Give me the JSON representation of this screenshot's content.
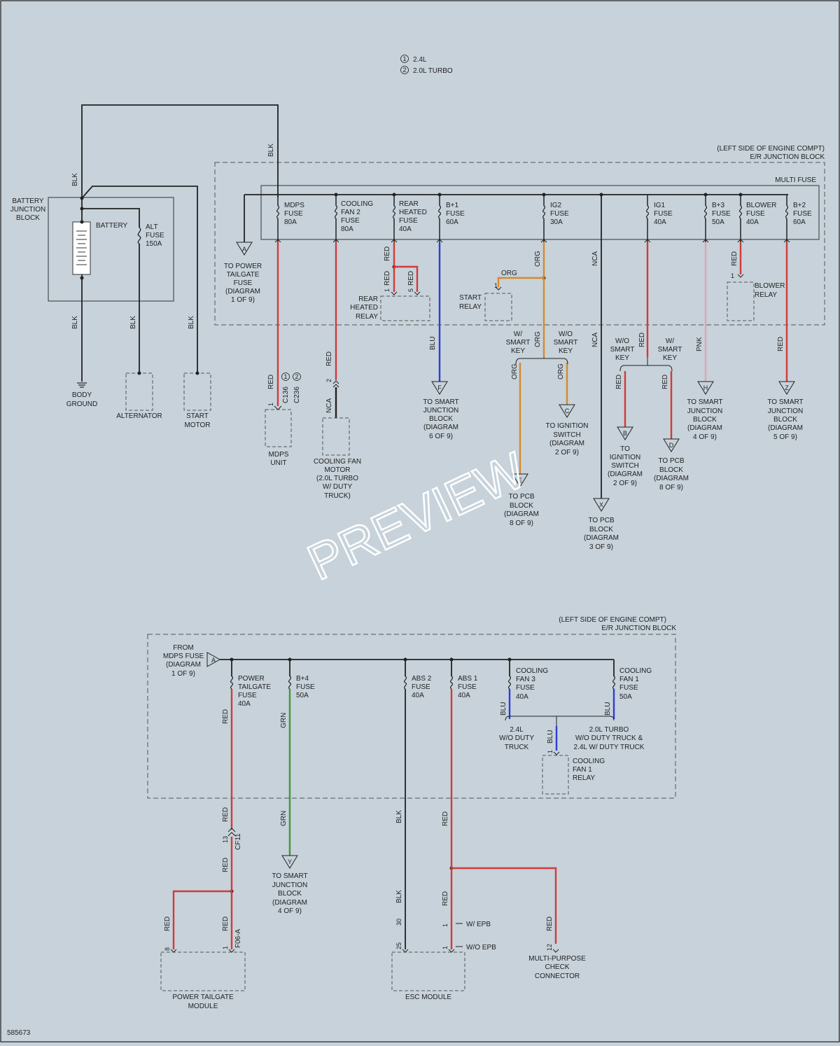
{
  "legend": {
    "v1": "2.4L",
    "v2": "2.0L TURBO"
  },
  "watermark": "PREVIEW",
  "doc_id": "585673",
  "top": {
    "er_block_title": [
      "(LEFT SIDE OF ENGINE COMPT)",
      "E/R JUNCTION BLOCK"
    ],
    "multi_fuse": "MULTI FUSE",
    "battery_jb": [
      "BATTERY",
      "JUNCTION",
      "BLOCK"
    ],
    "battery": "BATTERY",
    "alt_fuse": [
      "ALT",
      "FUSE",
      "150A"
    ],
    "fuses": [
      [
        "MDPS",
        "FUSE",
        "80A"
      ],
      [
        "COOLING",
        "FAN 2",
        "FUSE",
        "80A"
      ],
      [
        "REAR",
        "HEATED",
        "FUSE",
        "40A"
      ],
      [
        "B+1",
        "FUSE",
        "60A"
      ],
      [
        "IG2",
        "FUSE",
        "30A"
      ],
      [
        "IG1",
        "FUSE",
        "40A"
      ],
      [
        "B+3",
        "FUSE",
        "50A"
      ],
      [
        "BLOWER",
        "FUSE",
        "40A"
      ],
      [
        "B+2",
        "FUSE",
        "60A"
      ]
    ],
    "to_power_tailgate": [
      "TO POWER",
      "TAILGATE",
      "FUSE",
      "(DIAGRAM",
      "1 OF 9)"
    ],
    "rear_heated_relay": [
      "REAR",
      "HEATED",
      "RELAY"
    ],
    "start_relay": [
      "START",
      "RELAY"
    ],
    "blower_relay": [
      "BLOWER",
      "RELAY"
    ],
    "body_ground": [
      "BODY",
      "GROUND"
    ],
    "alternator": "ALTERNATOR",
    "start_motor": [
      "START",
      "MOTOR"
    ],
    "mdps_unit": [
      "MDPS",
      "UNIT"
    ],
    "cooling_fan_motor": [
      "COOLING FAN",
      "MOTOR",
      "(2.0L TURBO",
      "W/ DUTY",
      "TRUCK)"
    ],
    "to_smart_jb_6": [
      "TO SMART",
      "JUNCTION",
      "BLOCK",
      "(DIAGRAM",
      "6 OF 9)"
    ],
    "to_pcb_8a": [
      "TO PCB",
      "BLOCK",
      "(DIAGRAM",
      "8 OF 9)"
    ],
    "to_ign_2a": [
      "TO IGNITION",
      "SWITCH",
      "(DIAGRAM",
      "2 OF 9)"
    ],
    "to_pcb_3": [
      "TO PCB",
      "BLOCK",
      "(DIAGRAM",
      "3 OF 9)"
    ],
    "to_ign_2b": [
      "TO",
      "IGNITION",
      "SWITCH",
      "(DIAGRAM",
      "2 OF 9)"
    ],
    "to_pcb_8b": [
      "TO PCB",
      "BLOCK",
      "(DIAGRAM",
      "8 OF 9)"
    ],
    "to_smart_jb_4": [
      "TO SMART",
      "JUNCTION",
      "BLOCK",
      "(DIAGRAM",
      "4 OF 9)"
    ],
    "to_smart_jb_5": [
      "TO SMART",
      "JUNCTION",
      "BLOCK",
      "(DIAGRAM",
      "5 OF 9)"
    ],
    "w_smart_key": [
      "W/",
      "SMART",
      "KEY"
    ],
    "wo_smart_key": [
      "W/O",
      "SMART",
      "KEY"
    ],
    "conn": {
      "c136": "C136",
      "c236": "C236"
    }
  },
  "bottom": {
    "er_block_title": [
      "(LEFT SIDE OF ENGINE COMPT)",
      "E/R JUNCTION BLOCK"
    ],
    "from_mdps": [
      "FROM",
      "MDPS FUSE",
      "(DIAGRAM",
      "1 OF 9)"
    ],
    "fuses": [
      [
        "POWER",
        "TAILGATE",
        "FUSE",
        "40A"
      ],
      [
        "B+4",
        "FUSE",
        "50A"
      ],
      [
        "ABS 2",
        "FUSE",
        "40A"
      ],
      [
        "ABS 1",
        "FUSE",
        "40A"
      ],
      [
        "COOLING",
        "FAN 3",
        "FUSE",
        "40A"
      ],
      [
        "COOLING",
        "FAN 1",
        "FUSE",
        "50A"
      ]
    ],
    "v24_truck": [
      "2.4L",
      "W/O DUTY",
      "TRUCK"
    ],
    "v20_truck": [
      "2.0L TURBO",
      "W/O DUTY TRUCK &",
      "2.4L W/ DUTY TRUCK"
    ],
    "cooling_fan1_relay": [
      "COOLING",
      "FAN 1",
      "RELAY"
    ],
    "to_smart_jb_4": [
      "TO SMART",
      "JUNCTION",
      "BLOCK",
      "(DIAGRAM",
      "4 OF 9)"
    ],
    "power_tailgate_module": [
      "POWER TAILGATE",
      "MODULE"
    ],
    "esc_module": "ESC MODULE",
    "mpcc": [
      "MULTI-PURPOSE",
      "CHECK",
      "CONNECTOR"
    ],
    "w_epb": "W/ EPB",
    "wo_epb": "W/O EPB",
    "conn": {
      "cf11": "CF11",
      "f06a": "F06-A"
    }
  },
  "wire_colors": {
    "blk": "BLK",
    "red": "RED",
    "blu": "BLU",
    "org": "ORG",
    "nca": "NCA",
    "pnk": "PNK",
    "grn": "GRN"
  },
  "letters": {
    "a": "A",
    "b": "B",
    "c": "C",
    "d": "D",
    "e": "E",
    "f": "F",
    "h": "H",
    "x": "X",
    "y": "Y",
    "z": "Z"
  },
  "pins": {
    "p1": "1",
    "p2": "2",
    "p5": "5",
    "p8": "8",
    "p12": "12",
    "p13": "13",
    "p25": "25",
    "p30": "30"
  },
  "colors": {
    "background": "#c7d2da",
    "red": "#d23a3a",
    "blue": "#2b3fd6",
    "orange": "#d58a2c",
    "green": "#3f9a2e",
    "pink": "#e2a2b8",
    "black": "#222222"
  }
}
